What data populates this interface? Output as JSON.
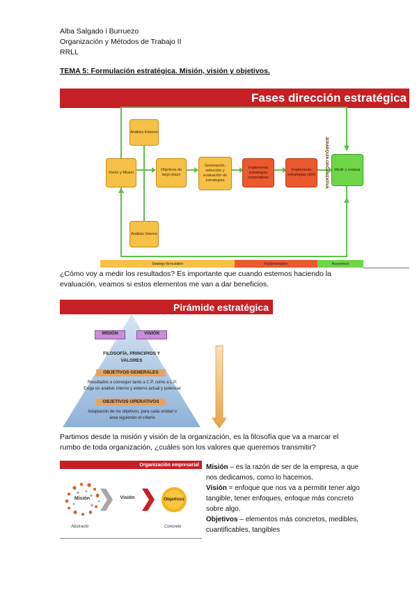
{
  "header": {
    "author": "Alba Salgado i Burruezo",
    "subject": "Organización y Métodos de Trabajo II",
    "group": "RRLL",
    "topic": "TEMA 5: Formulación estratégica. Misión, visión y objetivos."
  },
  "fig1": {
    "title": "Fases dirección estratégica",
    "boxes": {
      "externo": "Análisis Externo",
      "vision": "Visión y Misión",
      "objetivos": "Objetivos de largo plazo",
      "generacion": "Generación, selección y evaluación de estrategias",
      "corporativas": "Implementa estrategias corporativas",
      "uen": "Implementa estrategias UEN",
      "medir": "Medir y evaluar",
      "interno": "Análisis Interno"
    },
    "bars": [
      "Strategy formulation",
      "Implementation",
      "Assesment"
    ],
    "colors": {
      "orange": "#f7c046",
      "red": "#ea5a2e",
      "green": "#6fd64a",
      "line": "#5cc04a",
      "banner": "#c52025"
    }
  },
  "para1": "¿Cómo voy a medir los resultados? Es importante que cuando estemos haciendo la evaluación, veamos si estos elementos me van a dar beneficios.",
  "fig2": {
    "title": "Pirámide estratégica",
    "mision": "MISIÓN",
    "vision": "VISIÓN",
    "filosofia": "FILOSOFÍA, PRINCIPIOS Y VALORES",
    "obj_generales": "OBJETIVOS GENERALES",
    "gen_text_1": "Resultados a conseguir tanto a C.P. como a L.P.",
    "gen_text_2": "Exige un análisis interno y externo actual y potencial",
    "obj_operativos": "OBJETIVOS OPERATIVOS",
    "op_text_1": "Adaptación de los objetivos, para cada unidad o",
    "op_text_2": "área siguiendo el criterio",
    "jerarquia": "JERARQUÍA ORGANIZATIVA"
  },
  "para2": "Partimos desde la misión y visión de la organización, es la filosofía que va a marcar el rumbo de toda organización, ¿cuáles son los valores que queremos transmitir?",
  "fig3": {
    "title": "Organización empresarial",
    "mision": "Misión",
    "vision": "Visión",
    "objetivos": "Objetivos",
    "abstracto": "Abstracto",
    "concreto": "Concreto"
  },
  "defs": {
    "mision_term": "Misión",
    "mision_text": " – es la razón de ser de la empresa, a que nos dedicamos, como lo hacemos.",
    "vision_term": "Visión",
    "vision_text": " = enfoque que nos va a permitir tener algo tangible, tener enfoques, enfoque más concreto sobre algo.",
    "objetivos_term": "Objetivos",
    "objetivos_text": " – elementos más concretos, medibles, cuantificables, tangibles"
  }
}
